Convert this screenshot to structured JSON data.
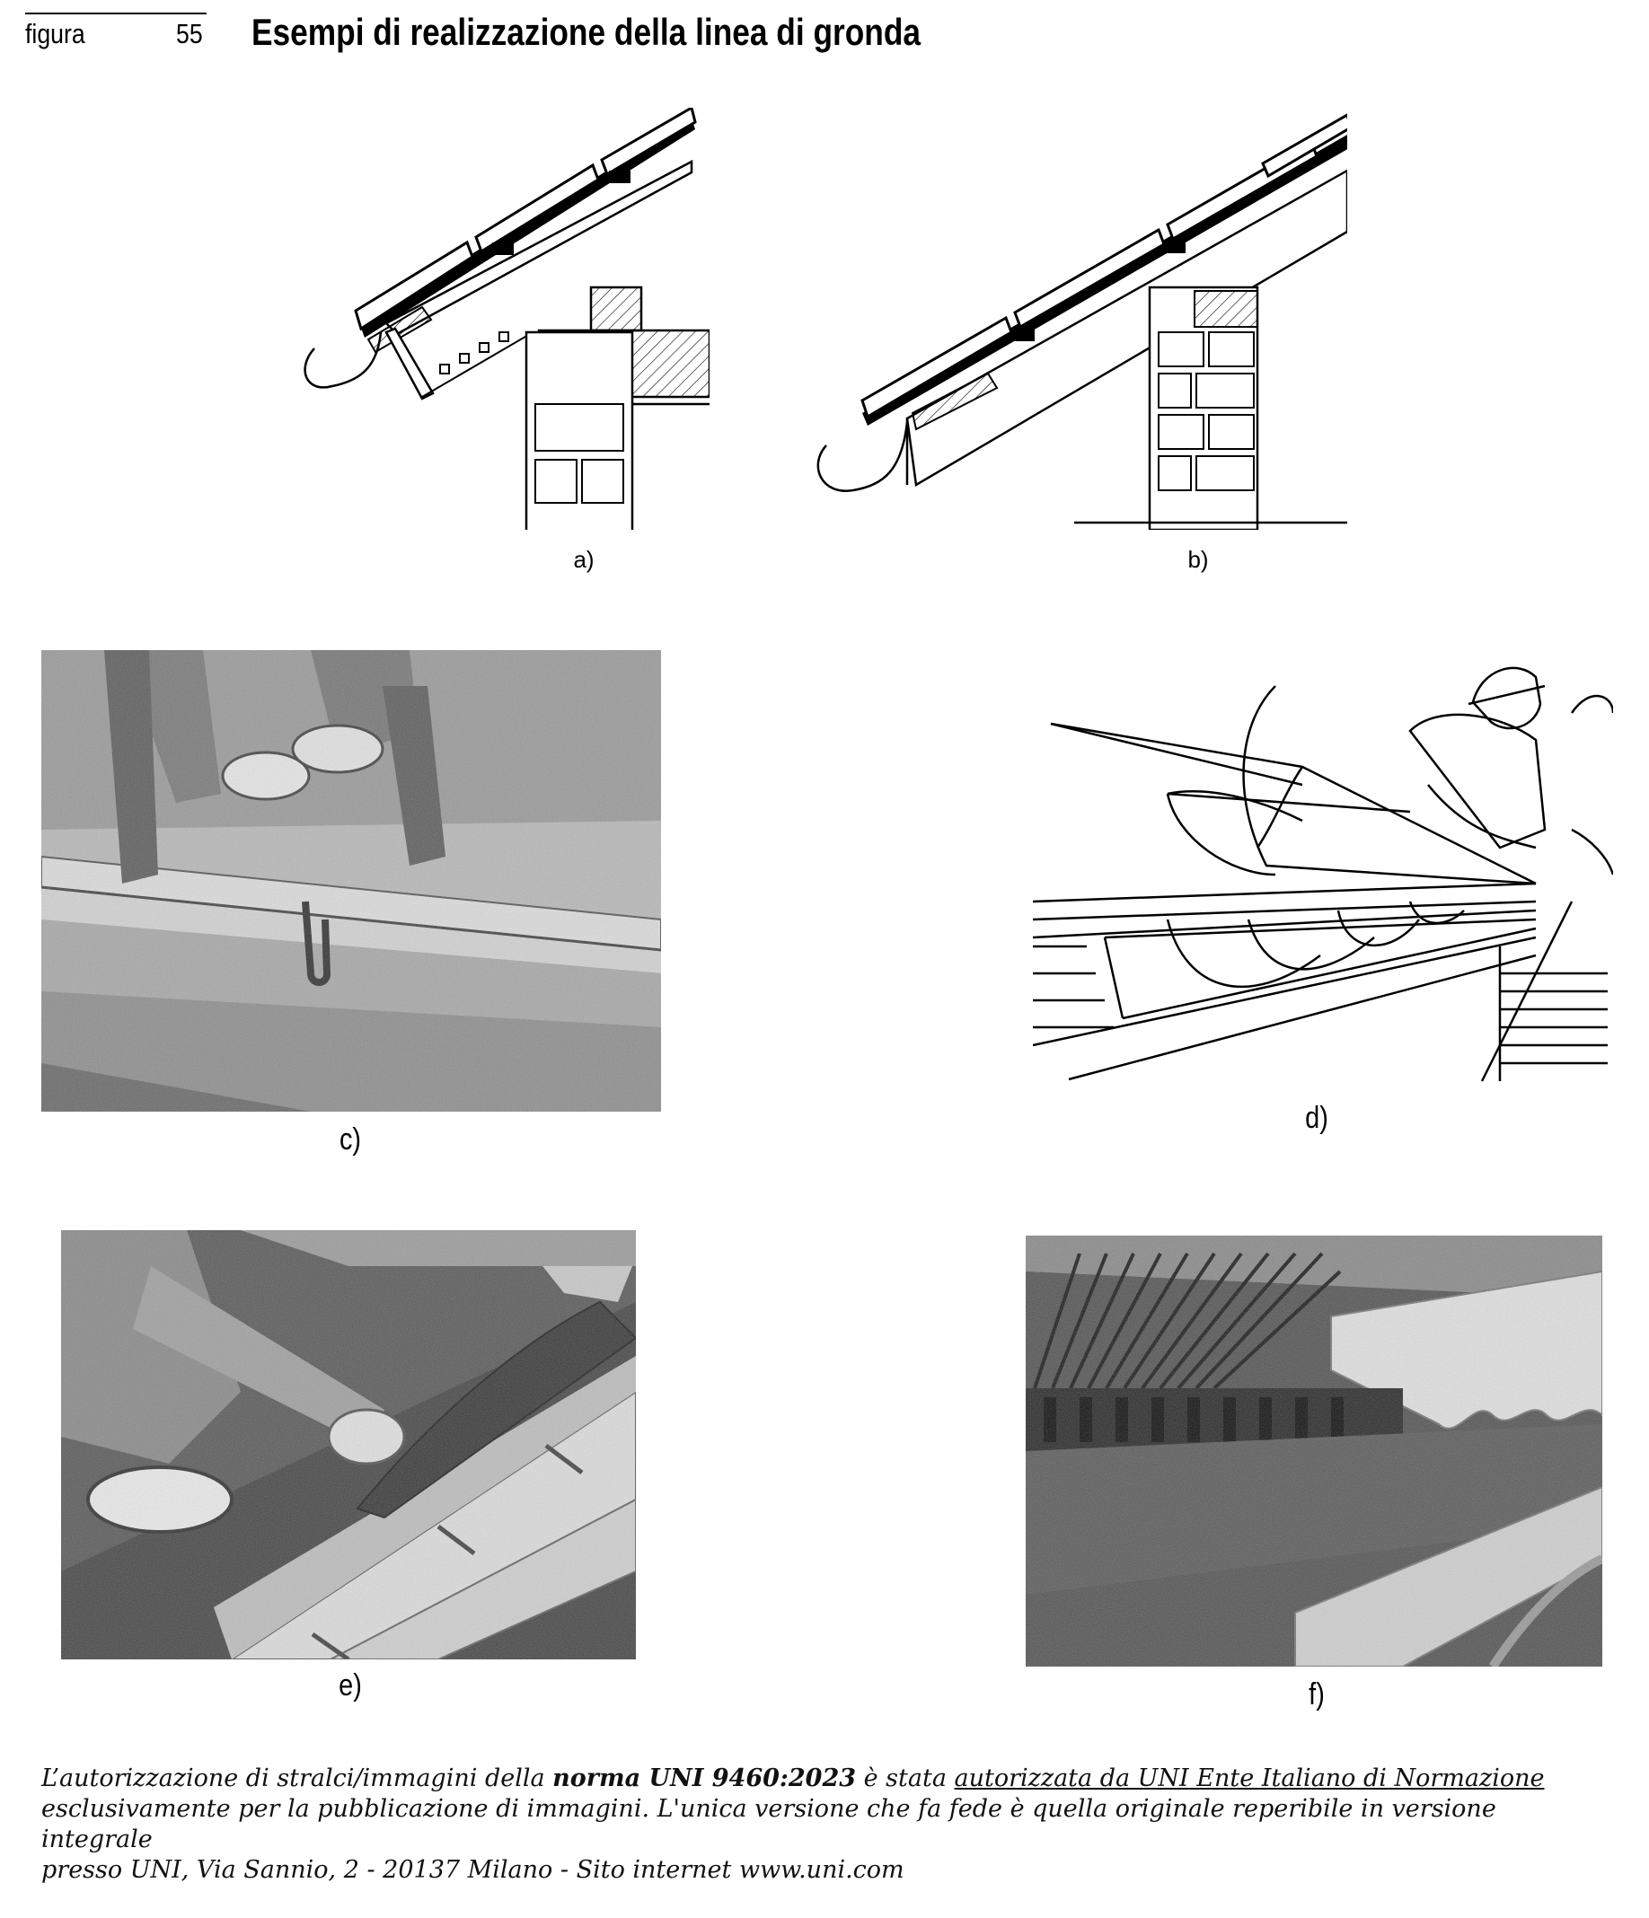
{
  "header": {
    "figure_word": "figura",
    "figure_number": "55",
    "title": "Esempi di realizzazione della linea di gronda"
  },
  "captions": {
    "a": "a)",
    "b": "b)",
    "c": "c)",
    "d": "d)",
    "e": "e)",
    "f": "f)"
  },
  "footer": {
    "part1": "L’autorizzazione di stralci/immagini della ",
    "bold": "norma UNI 9460:2023",
    "part2": " è stata ",
    "underlined": "autorizzata da UNI Ente Italiano di Normazione",
    "line2": "esclusivamente per la pubblicazione di immagini. L'unica versione che fa fede è quella originale reperibile in versione integrale",
    "line3": "presso UNI, Via Sannio, 2 - 20137 Milano - Sito internet www.uni.com"
  }
}
